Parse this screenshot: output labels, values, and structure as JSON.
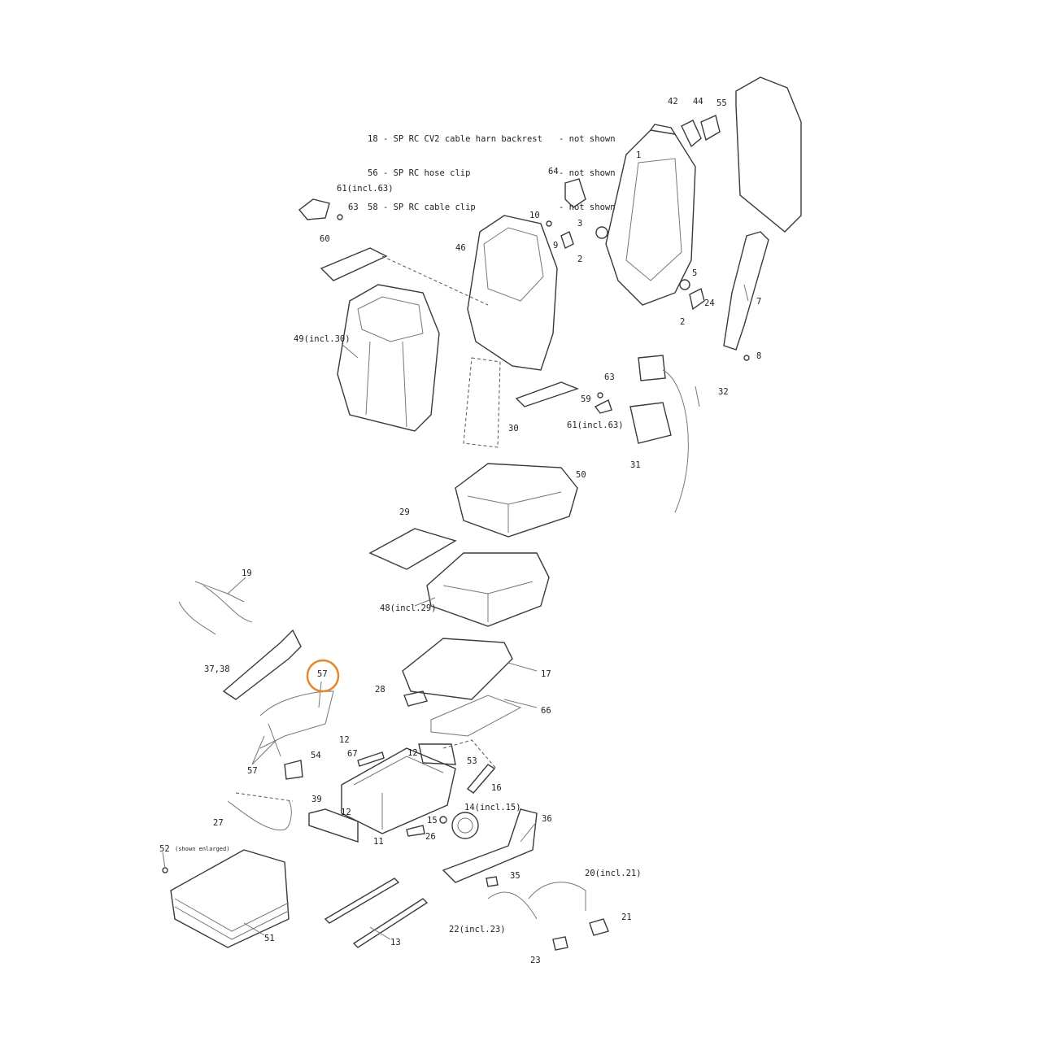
{
  "notes": [
    {
      "text": "18 - SP RC CV2 cable harn backrest",
      "status": "- not shown"
    },
    {
      "text": "56 - SP RC hose clip",
      "status": "- not shown"
    },
    {
      "text": "58 - SP RC cable clip",
      "status": "- not shown"
    }
  ],
  "labels": {
    "l42": "42",
    "l44": "44",
    "l55": "55",
    "l1": "1",
    "l64": "64",
    "l61a": "61(incl.63)",
    "l63a": "63",
    "l10": "10",
    "l3": "3",
    "l9": "9",
    "l60": "60",
    "l46": "46",
    "l2a": "2",
    "l5": "5",
    "l7": "7",
    "l24": "24",
    "l2b": "2",
    "l49": "49(incl.30)",
    "l8": "8",
    "l63b": "63",
    "l32": "32",
    "l59": "59",
    "l61b": "61(incl.63)",
    "l30": "30",
    "l31": "31",
    "l50": "50",
    "l29": "29",
    "l19": "19",
    "l48": "48(incl.29)",
    "l3738": "37,38",
    "l57a": "57",
    "l17": "17",
    "l28": "28",
    "l66": "66",
    "l12a": "12",
    "l67": "67",
    "l12b": "12",
    "l53": "53",
    "l54": "54",
    "l57b": "57",
    "l16": "16",
    "l39": "39",
    "l14": "14(incl.15)",
    "l12c": "12",
    "l15": "15",
    "l36": "36",
    "l27": "27",
    "l26": "26",
    "l11": "11",
    "l52": "52",
    "l52note": "(shown enlarged)",
    "l35": "35",
    "l20": "20(incl.21)",
    "l22": "22(incl.23)",
    "l21": "21",
    "l51": "51",
    "l13": "13",
    "l23": "23"
  },
  "highlight": {
    "part": "57",
    "color": "#e0892e"
  }
}
